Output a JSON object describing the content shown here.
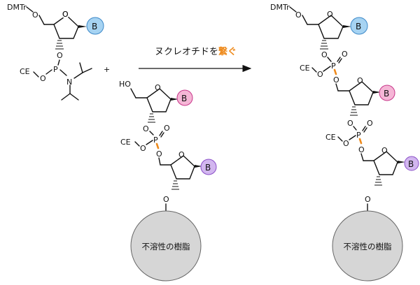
{
  "labels": {
    "dmttr": "DMTr",
    "ce": "CE",
    "o": "O",
    "p": "P",
    "n": "N",
    "ho": "HO",
    "base": "B",
    "plus": "+"
  },
  "reaction": {
    "caption_main": "ヌクレオチドを",
    "caption_emphasis": "繋ぐ"
  },
  "resin": {
    "label": "不溶性の樹脂"
  },
  "colors": {
    "base_blue": "#a6d3f2",
    "base_blue_stroke": "#3c88c8",
    "base_pink": "#f5b6d6",
    "base_pink_stroke": "#c8378a",
    "base_purple": "#d2b6ef",
    "base_purple_stroke": "#8a4ec8",
    "link_orange": "#ee8a1c",
    "resin_fill": "#d6d6d6",
    "resin_stroke": "#666666"
  }
}
